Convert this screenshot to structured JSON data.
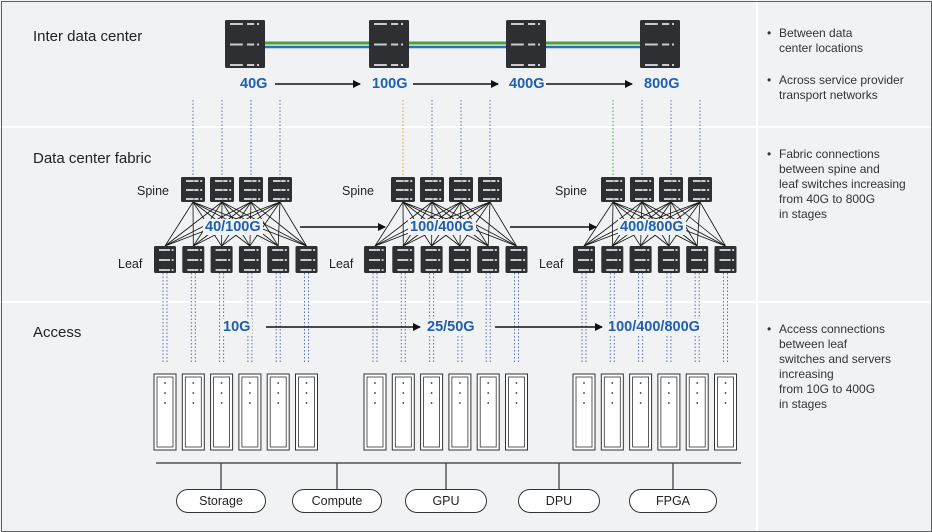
{
  "sections": {
    "inter": "Inter data center",
    "fabric": "Data center fabric",
    "access": "Access"
  },
  "tier_labels": {
    "spine": "Spine",
    "leaf": "Leaf"
  },
  "inter_speeds": [
    "40G",
    "100G",
    "400G",
    "800G"
  ],
  "fabric_speeds": [
    "40/100G",
    "100/400G",
    "400/800G"
  ],
  "access_speeds": [
    "10G",
    "25/50G",
    "100/400/800G"
  ],
  "notes": {
    "inter": [
      "Between data\ncenter locations",
      "Across service provider\ntransport networks"
    ],
    "fabric": [
      "Fabric connections\nbetween spine and\nleaf switches increasing\nfrom 40G to 800G\nin stages"
    ],
    "access": [
      "Access connections\nbetween leaf\nswitches and servers\nincreasing\nfrom 10G to 400G\nin stages"
    ]
  },
  "bullet": "•",
  "resources": [
    "Storage",
    "Compute",
    "GPU",
    "DPU",
    "FPGA"
  ],
  "colors": {
    "speed_text": "#1f5fb0",
    "band": "#f1f2f3",
    "switch": "#2d2f33",
    "link_green": "#4aa33a",
    "link_blue": "#2f6fb7",
    "link_orange": "#e89b2e"
  },
  "icons": {
    "router": "router-switch-icon",
    "spine_switch": "spine-switch-icon",
    "leaf_switch": "leaf-switch-icon",
    "server": "server-rack-icon"
  }
}
